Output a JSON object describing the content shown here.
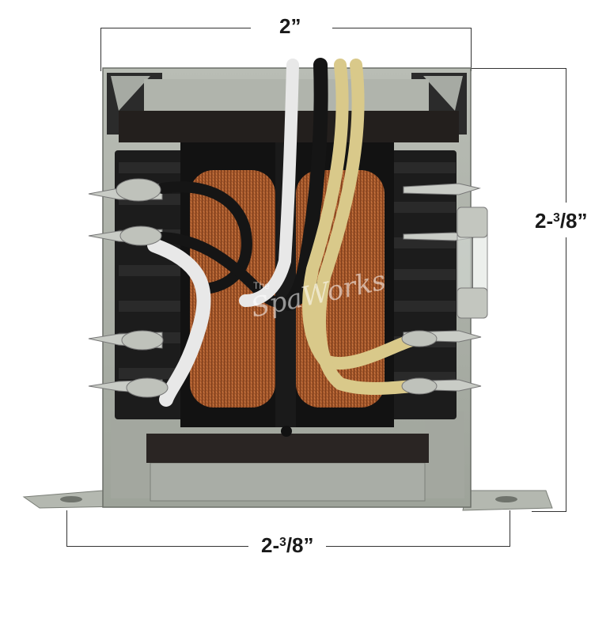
{
  "dimensions": {
    "width": {
      "whole": "2",
      "unit": "”"
    },
    "height": {
      "whole": "2-",
      "num": "3",
      "den": "8",
      "unit": "”"
    },
    "base": {
      "whole": "2-",
      "num": "3",
      "den": "8",
      "unit": "”"
    }
  },
  "watermark": {
    "small": "The",
    "main": "SpaWorks"
  },
  "colors": {
    "frame": "#a9ada6",
    "bobbin": "#1c1c1c",
    "copper": "#b5612e",
    "wire_white": "#e8e8e8",
    "wire_black": "#151515",
    "wire_yellow": "#d9c98a"
  }
}
